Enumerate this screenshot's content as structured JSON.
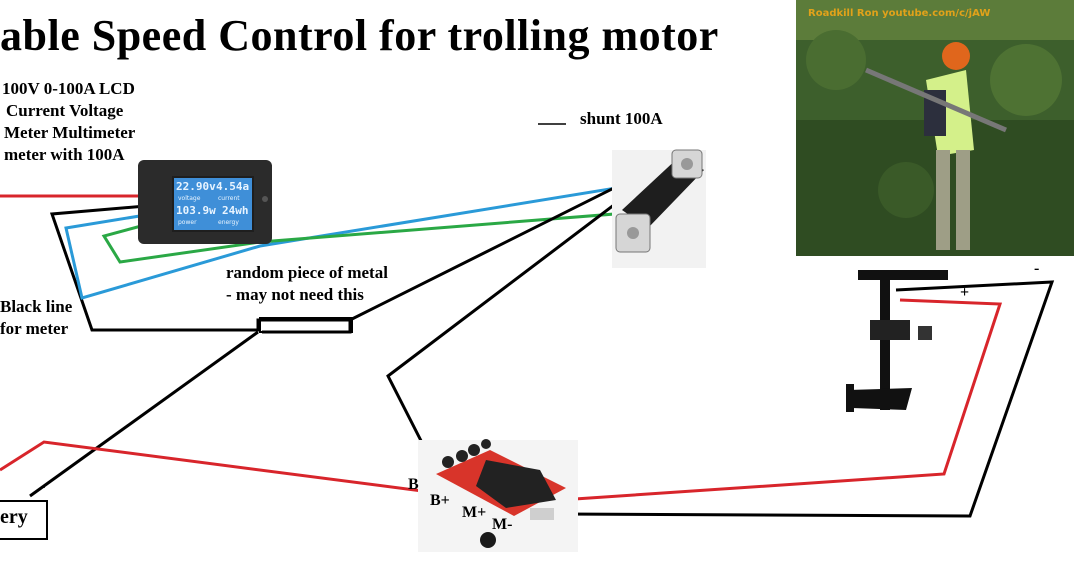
{
  "title": "able Speed Control for trolling motor",
  "meter_description": [
    "100V 0-100A LCD",
    " Current Voltage",
    "Meter Multimeter",
    "meter with 100A"
  ],
  "meter_display": {
    "voltage_value": "22.90v",
    "current_value": "4.54a",
    "power_value": "103.9w",
    "energy_value": "24wh",
    "voltage_label": "voltage",
    "current_label": "current",
    "power_label": "power",
    "energy_label": "energy"
  },
  "shunt_label": "shunt 100A",
  "metal_label": [
    "random piece of metal",
    "- may not need this"
  ],
  "black_line_label": [
    "Black line",
    "for meter"
  ],
  "battery_label": "ery",
  "battery_minus": "-",
  "motor_plus": "+",
  "motor_minus": "-",
  "controller_terminals": {
    "b": "B",
    "b_plus": "B+",
    "m_plus": "M+",
    "m_minus": "M-"
  },
  "photo_caption": "Roadkill Ron  youtube.com/c/jAW",
  "colors": {
    "red_wire": "#d8252b",
    "black_wire": "#000000",
    "blue_wire": "#2a9ad8",
    "green_wire": "#2aa845"
  }
}
